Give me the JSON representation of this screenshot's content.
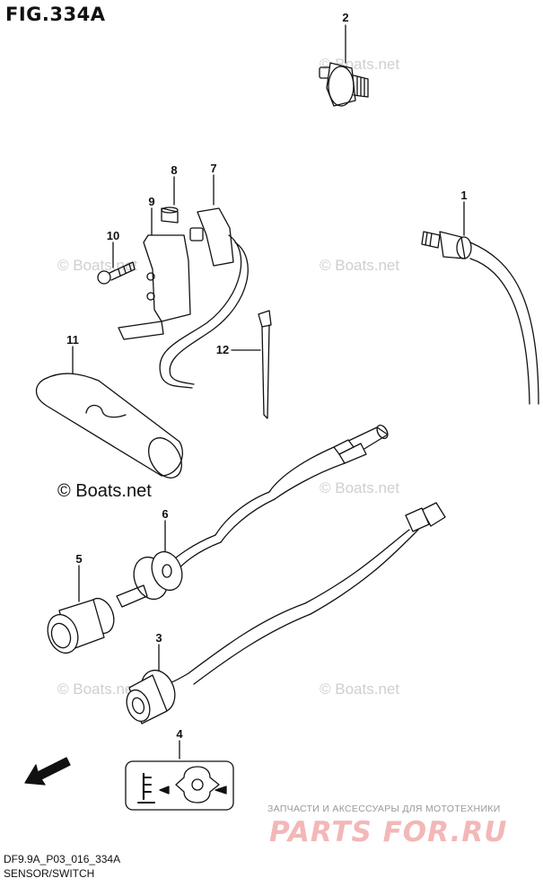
{
  "figure": {
    "title": "FIG.334A",
    "code": "DF9.9A_P03_016_334A",
    "caption": "SENSOR/SWITCH"
  },
  "watermark": {
    "text": "© Boats.net"
  },
  "advert": {
    "text": "ЗАПЧАСТИ И АКСЕССУАРЫ ДЛЯ МОТОТЕХНИКИ",
    "logo": "PARTS FOR.RU"
  },
  "fwd_label": "FWD",
  "callouts": [
    "1",
    "2",
    "3",
    "4",
    "5",
    "6",
    "7",
    "8",
    "9",
    "10",
    "11",
    "12"
  ]
}
